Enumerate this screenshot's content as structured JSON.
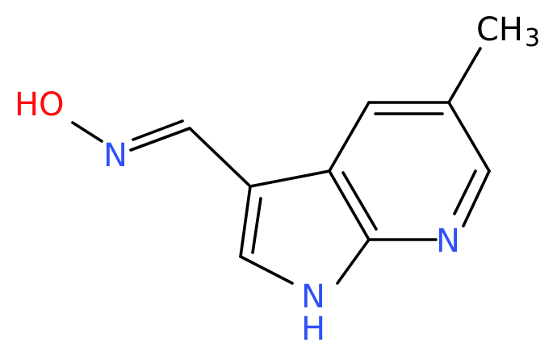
{
  "molecule": {
    "atoms": {
      "hydroxyl_o": "O",
      "hydroxyl_h": "H",
      "oxime_n": "N",
      "ring_n": "N",
      "nh_n": "N",
      "nh_h": "H",
      "methyl_c": "CH",
      "methyl_sub": "3"
    },
    "colors": {
      "bond": "#000000",
      "carbon_text": "#000000",
      "oxygen": "#ff0d0d",
      "nitrogen": "#3050f8"
    }
  }
}
